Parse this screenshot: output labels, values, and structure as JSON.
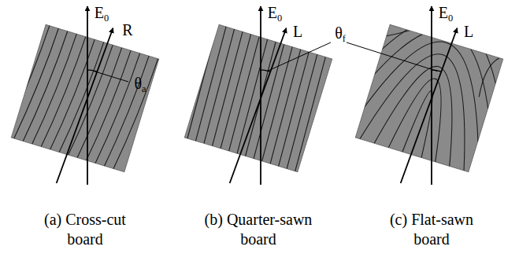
{
  "diagram": {
    "labels": [
      "E0",
      "R",
      "θa",
      "E0",
      "L",
      "θf",
      "E0",
      "L",
      "(a) Cross-cut board",
      "(b) Quarter-sawn board",
      "(c) Flat-sawn board"
    ]
  }
}
